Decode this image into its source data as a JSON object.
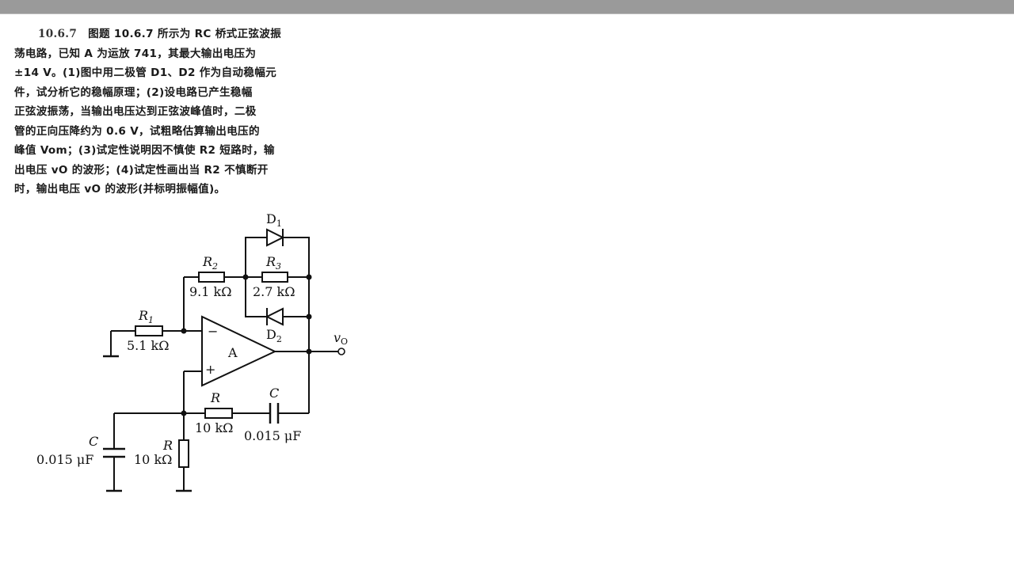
{
  "topbar": {
    "color": "#9a9a9a"
  },
  "problem": {
    "number": "10.6.7",
    "lines": [
      "图题 10.6.7 所示为 RC 桥式正弦波振",
      "荡电路，已知 A 为运放 741，其最大输出电压为",
      "±14 V。(1)图中用二极管 D1、D2 作为自动稳幅元",
      "件，试分析它的稳幅原理；(2)设电路已产生稳幅",
      "正弦波振荡，当输出电压达到正弦波峰值时，二极",
      "管的正向压降约为 0.6 V，试粗略估算输出电压的",
      "峰值 Vom；(3)试定性说明因不慎使 R2 短路时，输",
      "出电压 vO 的波形；(4)试定性画出当 R2 不慎断开",
      "时，输出电压 vO 的波形(并标明振幅值)。"
    ]
  },
  "circuit": {
    "opamp": {
      "label": "A",
      "minus": "−",
      "plus": "+"
    },
    "D1": {
      "name": "D",
      "sub": "1"
    },
    "D2": {
      "name": "D",
      "sub": "2"
    },
    "R1": {
      "name": "R",
      "sub": "1",
      "value": "5.1 kΩ"
    },
    "R2": {
      "name": "R",
      "sub": "2",
      "value": "9.1 kΩ"
    },
    "R3": {
      "name": "R",
      "sub": "3",
      "value": "2.7 kΩ"
    },
    "R_series": {
      "name": "R",
      "value": "10 kΩ"
    },
    "C_series": {
      "name": "C",
      "value": "0.015 μF"
    },
    "R_shunt": {
      "name": "R",
      "value": "10 kΩ"
    },
    "C_shunt": {
      "name": "C",
      "value": "0.015 μF"
    },
    "output": {
      "name": "v",
      "sub": "O"
    }
  }
}
